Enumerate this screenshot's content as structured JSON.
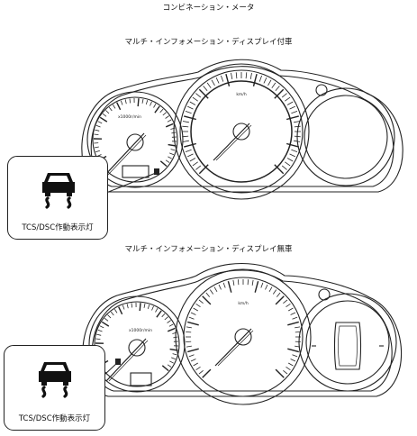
{
  "page": {
    "title": "コンビネーション・メータ"
  },
  "variant_with_display": {
    "heading": "マルチ・インフォメーション・ディスプレイ付車",
    "tach_unit": "x1000r/min",
    "speed_unit": "km/h",
    "callout_label": "TCS/DSC作動表示灯",
    "icon": "tcs-dsc-indicator-icon"
  },
  "variant_without_display": {
    "heading": "マルチ・インフォメーション・ディスプレイ無車",
    "tach_unit": "x1000r/min",
    "speed_unit": "km/h",
    "callout_label": "TCS/DSC作動表示灯",
    "icon": "tcs-dsc-indicator-icon"
  },
  "colors": {
    "line": "#222222",
    "background": "#ffffff"
  }
}
